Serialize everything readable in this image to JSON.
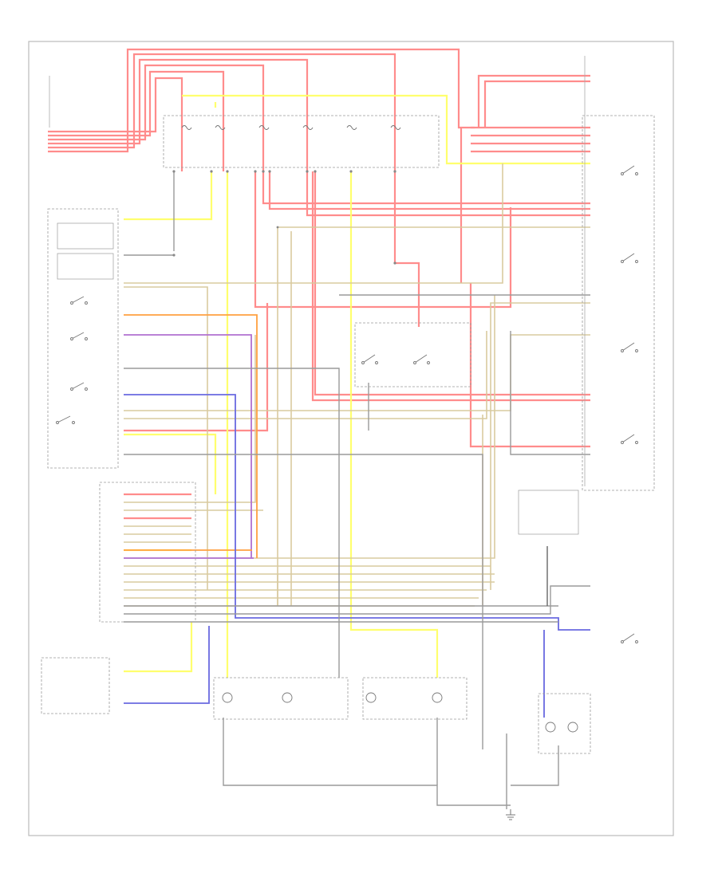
{
  "diagram": {
    "title": "",
    "corner_label": "",
    "colors": {
      "red": "#ff8080",
      "yellow": "#ffff66",
      "tan": "#d8c89a",
      "orange": "#ffa040",
      "purple": "#b070d0",
      "blue": "#6a6ae0",
      "gray": "#9a9a9a",
      "dark": "#444444",
      "frame": "#bbbbbb"
    },
    "components": [
      {
        "id": "fuse-box",
        "label": "",
        "kind": "power-distribution"
      },
      {
        "id": "relay-box",
        "label": "",
        "kind": "relay-module"
      },
      {
        "id": "headlamp-switch",
        "label": "",
        "kind": "switch"
      },
      {
        "id": "turn-signal-switch",
        "label": "",
        "kind": "switch"
      },
      {
        "id": "body-control-module",
        "label": "",
        "kind": "connector-list"
      },
      {
        "id": "instrument-cluster",
        "label": "",
        "kind": "module"
      },
      {
        "id": "left-headlamp",
        "label": "",
        "kind": "lamp"
      },
      {
        "id": "right-headlamp",
        "label": "",
        "kind": "lamp"
      },
      {
        "id": "right-side-lamps",
        "label": "",
        "kind": "lamp-group"
      },
      {
        "id": "ground-point",
        "label": "",
        "kind": "ground"
      }
    ]
  }
}
